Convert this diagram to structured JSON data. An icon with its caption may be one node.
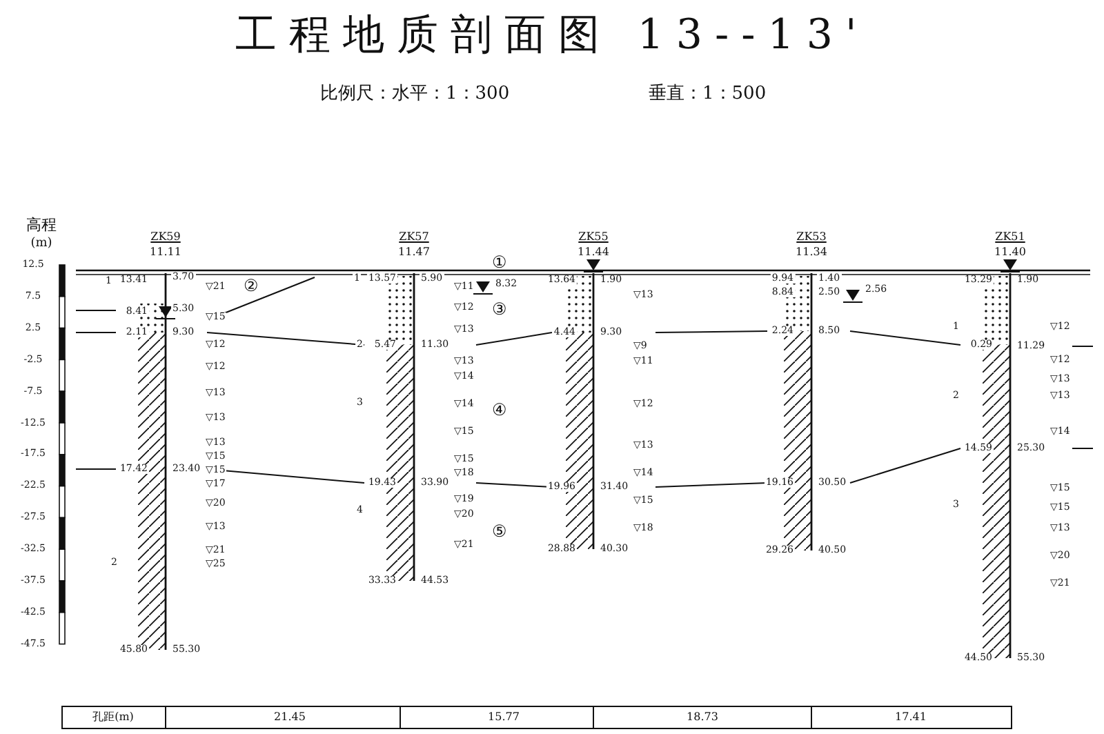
{
  "diagram": {
    "title": "工程地质剖面图 13--13'",
    "labels": [
      "比例尺：水平：1：300",
      "垂直：1：500",
      "高程",
      "(m)",
      "12.5",
      "7.5",
      "2.5",
      "-2.5",
      "-7.5",
      "-12.5",
      "-17.5",
      "-22.5",
      "-27.5",
      "-32.5",
      "-37.5",
      "-42.5",
      "-47.5",
      "①",
      "②",
      "③",
      "④",
      "⑤",
      "孔距(m)",
      "21.45",
      "15.77",
      "18.73",
      "17.41",
      "ZK59",
      "11.11",
      "1",
      "13.41",
      "8.41",
      "2.11",
      "17.42",
      "2",
      "45.80",
      "3.70",
      "5.30",
      "9.30",
      "23.40",
      "55.30",
      "▽21",
      "▽15",
      "▽12",
      "▽12",
      "▽13",
      "▽13",
      "▽13",
      "▽15",
      "▽15",
      "▽17",
      "▽20",
      "▽13",
      "▽21",
      "▽25",
      "ZK57",
      "11.47",
      "1",
      "13.57",
      "2",
      "5.47",
      "3",
      "19.43",
      "4",
      "33.33",
      "5.90",
      "11.30",
      "33.90",
      "44.53",
      "▽11",
      "8.32",
      "▽12",
      "▽13",
      "▽13",
      "▽14",
      "▽14",
      "▽15",
      "▽15",
      "▽18",
      "▽19",
      "▽20",
      "▽21",
      "ZK55",
      "11.44",
      "13.64",
      "4.44",
      "19.96",
      "28.88",
      "1.90",
      "9.30",
      "31.40",
      "40.30",
      "▽13",
      "▽9",
      "▽11",
      "▽12",
      "▽13",
      "▽14",
      "▽15",
      "▽18",
      "ZK53",
      "11.34",
      "9.94",
      "8.84",
      "2.24",
      "19.16",
      "29.26",
      "1.40",
      "2.50",
      "8.50",
      "30.50",
      "40.50",
      "2.56",
      "ZK51",
      "11.40",
      "13.29",
      "1",
      "0.29",
      "2",
      "14.59",
      "3",
      "44.50",
      "1.90",
      "11.29",
      "25.30",
      "55.30",
      "▽12",
      "▽12",
      "▽13",
      "▽13",
      "▽14",
      "▽15",
      "▽15",
      "▽13",
      "▽20",
      "▽21"
    ]
  }
}
